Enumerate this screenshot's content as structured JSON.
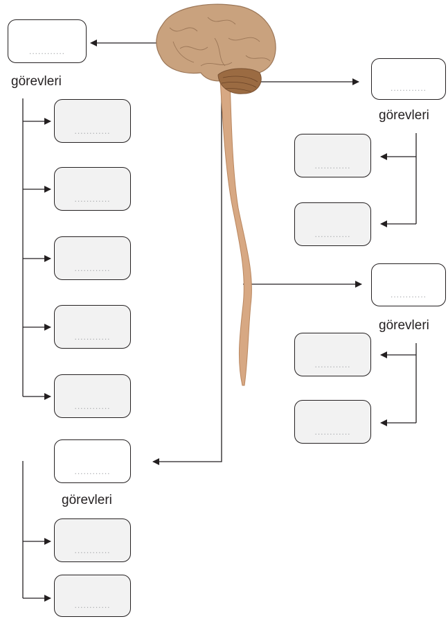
{
  "labels": {
    "l1": "görevleri",
    "l2": "görevleri",
    "l3": "görevleri",
    "l4": "görevleri"
  },
  "dots": "............",
  "colors": {
    "line": "#231f20",
    "box_fill": "#f2f2f2",
    "dots": "#a7a9ac",
    "brain": "#c9a27e",
    "spinal_cord": "#d7a883"
  }
}
